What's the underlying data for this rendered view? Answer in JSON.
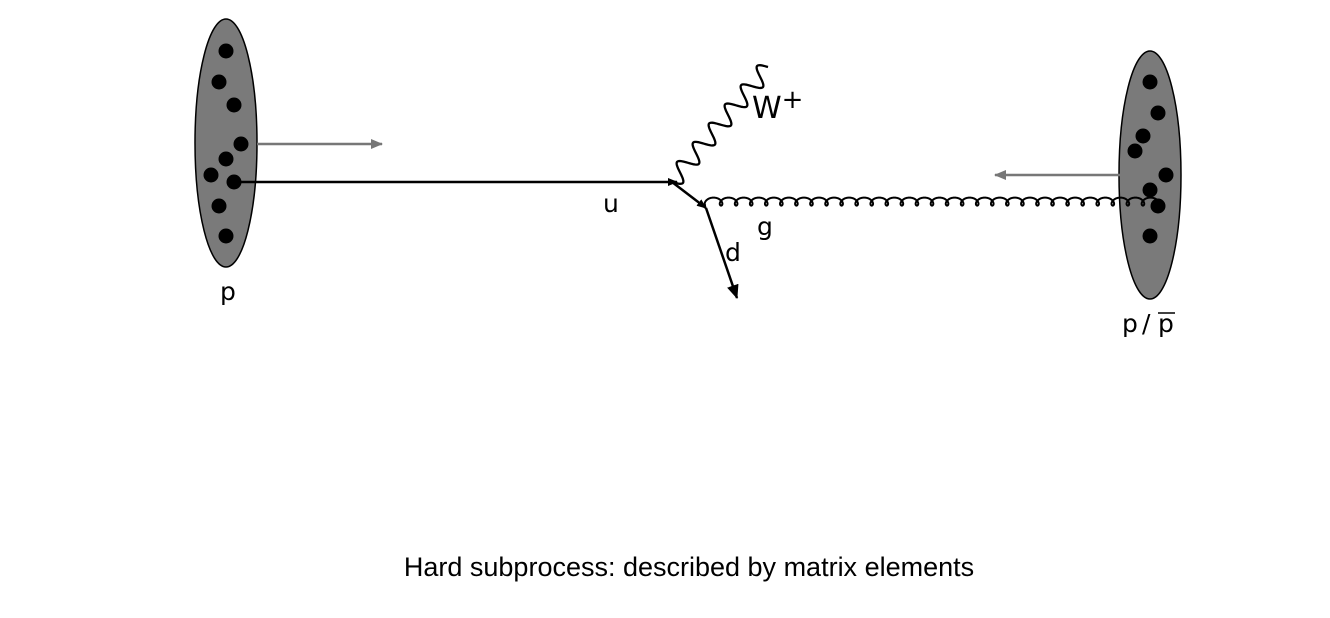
{
  "labels": {
    "proton_left": "p",
    "proton_right_p": "p",
    "proton_right_slash": "/",
    "proton_right_pbar": "p",
    "quark_u": "u",
    "quark_d": "d",
    "gluon": "g",
    "boson": "W+",
    "boson_letter": "W",
    "boson_sign": "+"
  },
  "caption": "Hard subprocess: described by matrix elements",
  "colors": {
    "hadron_fill": "#7a7a7a",
    "parton_dot": "#000000",
    "momentum_arrow": "#777777",
    "lines": "#000000"
  },
  "icons": {
    "left_hadron": "proton-ellipse",
    "right_hadron": "proton-ellipse",
    "wboson_line": "wavy-line",
    "gluon_line": "curly-line"
  }
}
